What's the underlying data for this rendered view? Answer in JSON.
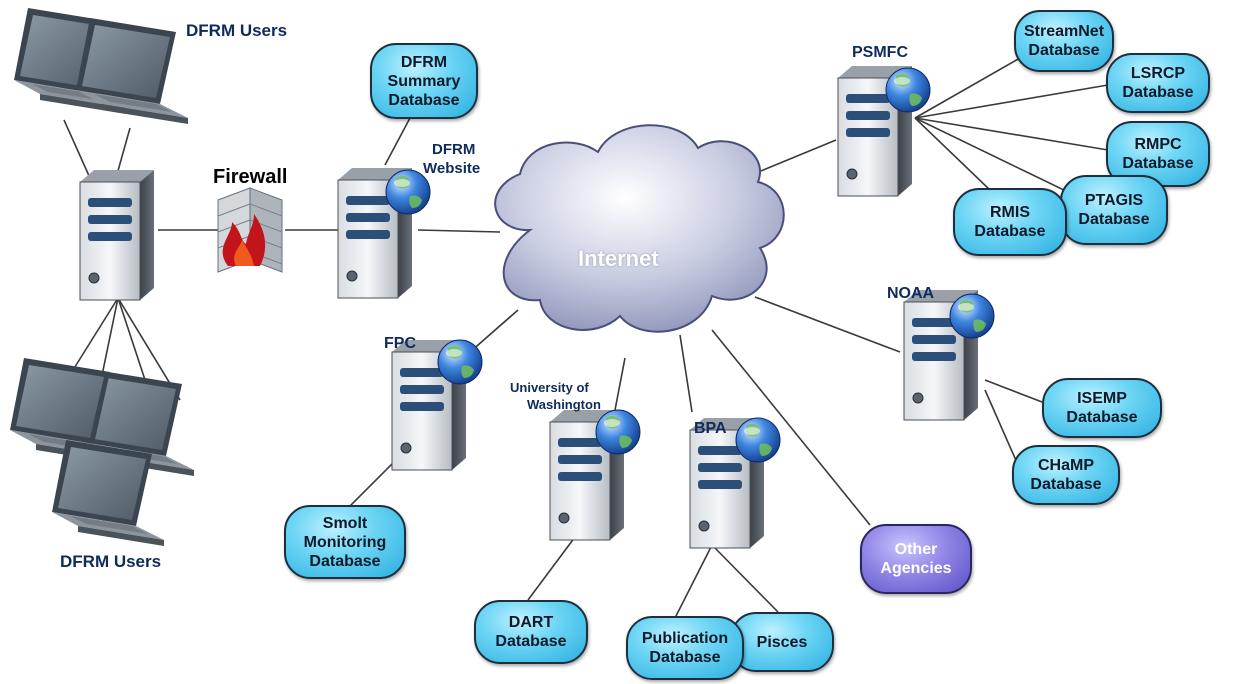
{
  "labels": {
    "dfrm_users_top": "DFRM Users",
    "dfrm_users_bottom": "DFRM Users",
    "firewall": "Firewall",
    "dfrm_website_1": "DFRM",
    "dfrm_website_2": "Website",
    "internet": "Internet",
    "psmfc": "PSMFC",
    "noaa": "NOAA",
    "fpc": "FPC",
    "uw_1": "University of",
    "uw_2": "Washington",
    "bpa": "BPA"
  },
  "databases": {
    "dfrm_summary": "DFRM\nSummary\nDatabase",
    "streamnet": "StreamNet\nDatabase",
    "lsrcp": "LSRCP\nDatabase",
    "rmpc": "RMPC\nDatabase",
    "ptagis": "PTAGIS\nDatabase",
    "rmis": "RMIS\nDatabase",
    "isemp": "ISEMP\nDatabase",
    "champ": "CHaMP\nDatabase",
    "other_agencies": "Other\nAgencies",
    "smolt": "Smolt\nMonitoring\nDatabase",
    "dart": "DART\nDatabase",
    "publication": "Publication\nDatabase",
    "pisces": "Pisces"
  },
  "colors": {
    "db_fill": "#4cc6ee",
    "other_fill": "#7a70dc",
    "label_text": "#0f2a5c",
    "server_body": "#5a5f66",
    "globe": "#2a64c8"
  }
}
